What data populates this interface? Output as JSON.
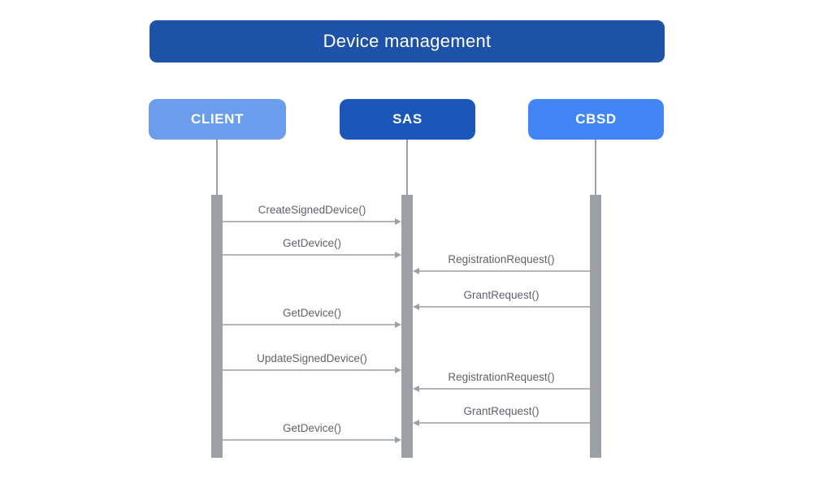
{
  "diagram": {
    "title": "Device management",
    "title_bg": "#1e52a8",
    "actors": [
      {
        "id": "CLIENT",
        "label": "CLIENT",
        "color": "#6c9ded"
      },
      {
        "id": "SAS",
        "label": "SAS",
        "color": "#1a57b8"
      },
      {
        "id": "CBSD",
        "label": "CBSD",
        "color": "#4285f4"
      }
    ],
    "messages": [
      {
        "label": "CreateSignedDevice()",
        "from": "CLIENT",
        "to": "SAS"
      },
      {
        "label": "GetDevice()",
        "from": "CLIENT",
        "to": "SAS"
      },
      {
        "label": "RegistrationRequest()",
        "from": "CBSD",
        "to": "SAS"
      },
      {
        "label": "GrantRequest()",
        "from": "CBSD",
        "to": "SAS"
      },
      {
        "label": "GetDevice()",
        "from": "CLIENT",
        "to": "SAS"
      },
      {
        "label": "UpdateSignedDevice()",
        "from": "CLIENT",
        "to": "SAS"
      },
      {
        "label": "RegistrationRequest()",
        "from": "CBSD",
        "to": "SAS"
      },
      {
        "label": "GrantRequest()",
        "from": "CBSD",
        "to": "SAS"
      },
      {
        "label": "GetDevice()",
        "from": "CLIENT",
        "to": "SAS"
      }
    ],
    "colors": {
      "background": "#ffffff",
      "lifeline": "#9aa0a6",
      "activation_bar": "#9aa0a6",
      "arrow_line": "#b2b6ba",
      "arrow_head": "#9aa0a6",
      "label_text": "#5f6368"
    }
  }
}
